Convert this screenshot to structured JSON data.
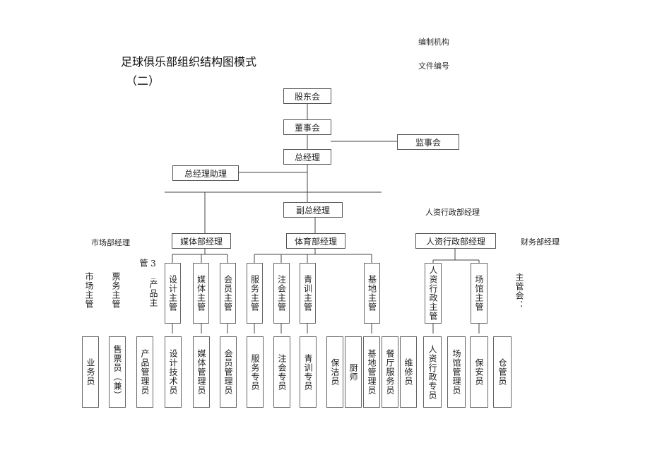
{
  "title": {
    "line1": "足球俱乐部组织结构图模式",
    "line2": "（二）"
  },
  "meta": {
    "compiler": "编制机构",
    "doc_no": "文件编号"
  },
  "nodes": {
    "shareholders": "股东会",
    "board": "董事会",
    "supervisors": "监事会",
    "gm": "总经理",
    "gm_assistant": "总经理助理",
    "deputy_gm": "副总经理",
    "media_mgr": "媒体部经理",
    "sports_mgr": "体育部经理",
    "hr_mgr": "人资行政部经理"
  },
  "floating_labels": {
    "hr_dept_mgr": "人资行政部经理",
    "market_mgr": "市场部经理",
    "finance_mgr": "财务部经理",
    "market_supervisor": "市场主管",
    "ticket_supervisor": "票务主管",
    "product_supervisor": "3_产品主管",
    "account_supervisor": "主管会："
  },
  "supervisors": [
    "设计主管",
    "媒体主管",
    "会员主管",
    "服务主管",
    "注会主管",
    "青训主管",
    "基地主管",
    "人资行政主管",
    "场馆主管"
  ],
  "staff": [
    "业务员",
    "售票员（兼）",
    "产品管理员",
    "设计技术员",
    "媒体管理员",
    "会员管理员",
    "服务专员",
    "注会专员",
    "青训专员",
    "保洁员",
    "厨师",
    "基地管理员",
    "餐厅服务员",
    "维修员",
    "人资行政专员",
    "场馆管理员",
    "保安员",
    "仓管员"
  ]
}
